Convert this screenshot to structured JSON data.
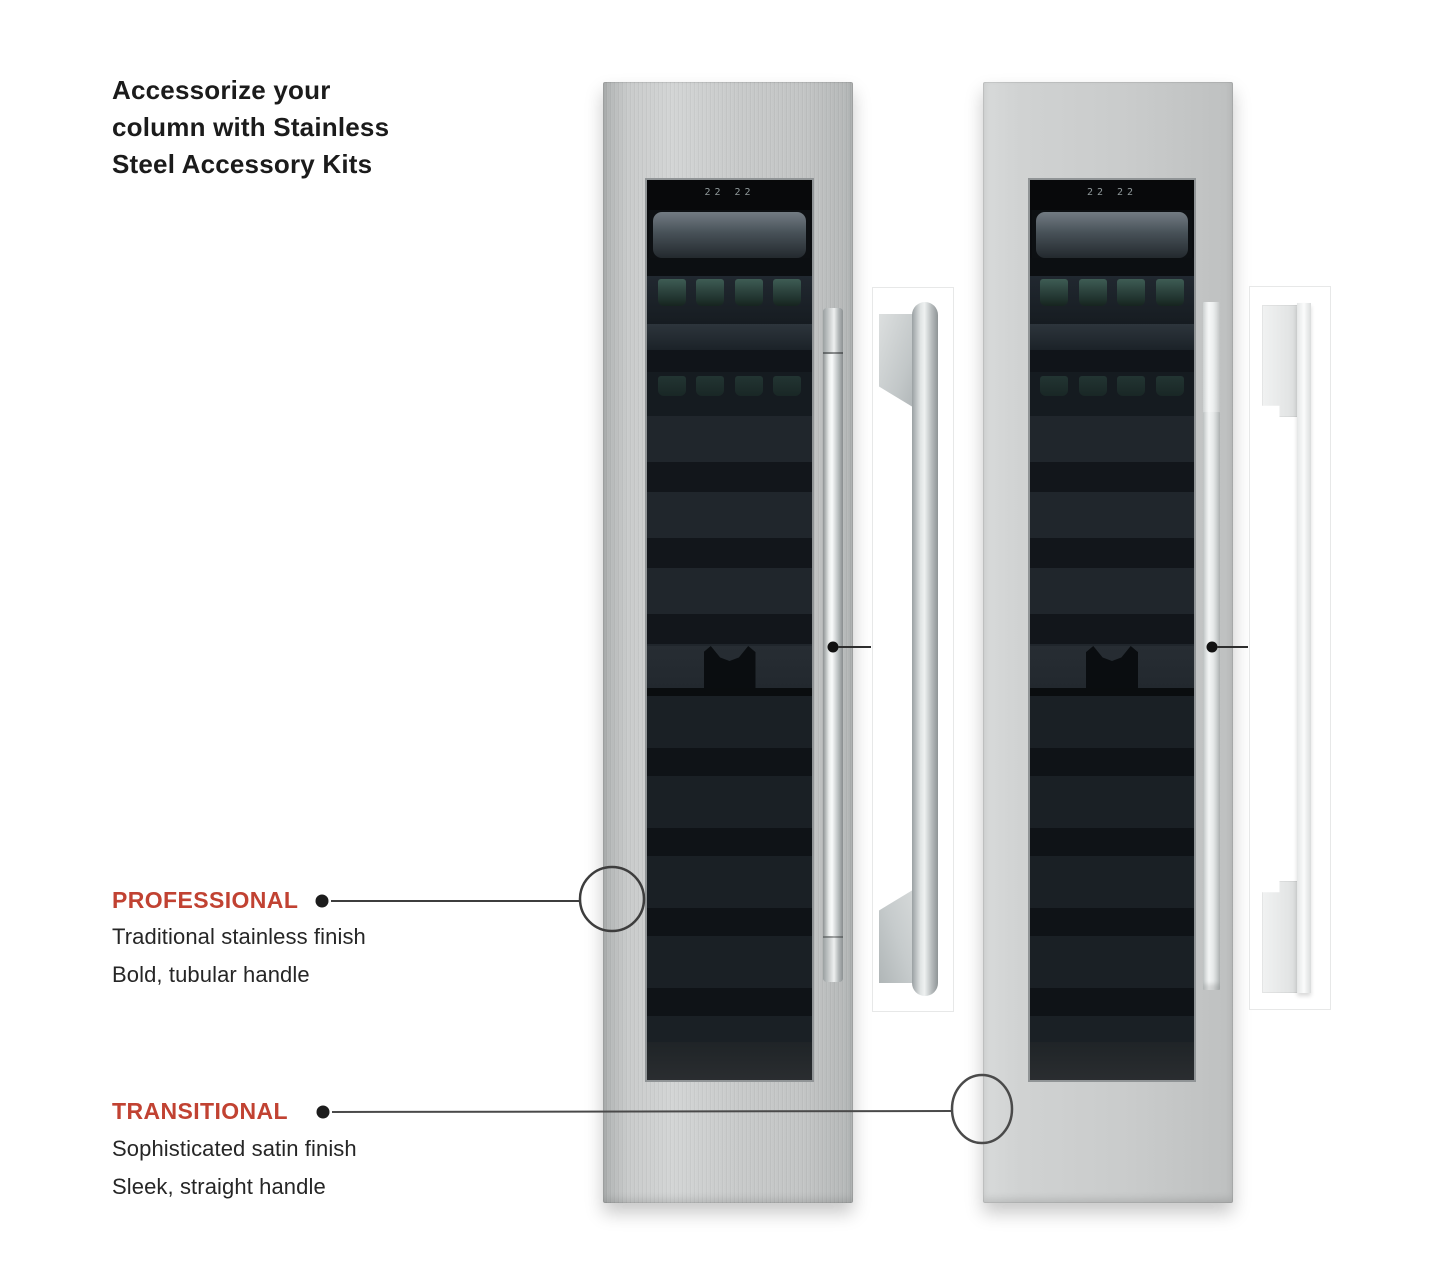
{
  "heading": {
    "lines": [
      "Accessorize your",
      "column with Stainless",
      "Steel Accessory Kits"
    ]
  },
  "professional": {
    "label": "PROFESSIONAL",
    "features": [
      "Traditional stainless finish",
      "Bold, tubular handle"
    ]
  },
  "transitional": {
    "label": "TRANSITIONAL",
    "features": [
      "Sophisticated satin finish",
      "Sleek, straight handle"
    ]
  },
  "columns": {
    "left_display": "22 22",
    "right_display": "22 22"
  },
  "colors": {
    "accent_red": "#C14232",
    "heading_text": "#1B1B1B",
    "body_text": "#262626",
    "callout_line": "#3D3D3D"
  }
}
